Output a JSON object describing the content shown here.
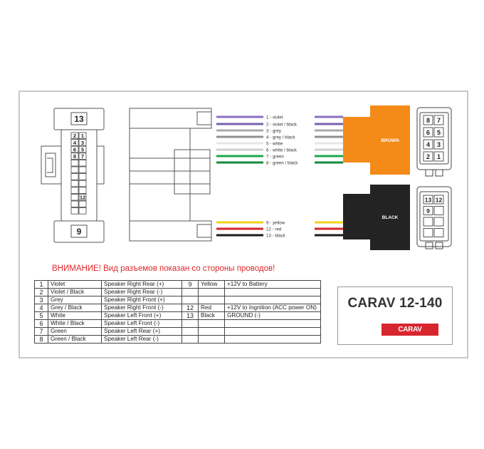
{
  "warning": "ВНИМАНИЕ! Вид разъемов показан со стороны проводов!",
  "model": "CARAV 12-140",
  "logo": "CARAV",
  "connector_left_labels": {
    "top": "13",
    "bottom": "9",
    "pins": [
      "2",
      "1",
      "4",
      "3",
      "6",
      "5",
      "8",
      "7",
      "12"
    ]
  },
  "wire_labels": [
    {
      "label": "1 - violet",
      "color": "#8b6fc0"
    },
    {
      "label": "2 - violet / black",
      "color": "#7a62ae"
    },
    {
      "label": "3 - grey",
      "color": "#a9a9a9"
    },
    {
      "label": "4 - grey / black",
      "color": "#8f8f8f"
    },
    {
      "label": "5 - white",
      "color": "#e6e6e6"
    },
    {
      "label": "6 - white / black",
      "color": "#cfcfcf"
    },
    {
      "label": "7 - green",
      "color": "#1ea84a"
    },
    {
      "label": "8 - green / black",
      "color": "#138a3a"
    },
    {
      "label": "9 - yellow",
      "color": "#f2d21a"
    },
    {
      "label": "12 - red",
      "color": "#d7262b"
    },
    {
      "label": "13 - black",
      "color": "#1b1b1b"
    }
  ],
  "blocks": {
    "brown": {
      "label": "BROWN",
      "color": "#f48a17"
    },
    "black": {
      "label": "BLACK",
      "color": "#232323"
    }
  },
  "right_connectors": {
    "upper": [
      "8",
      "7",
      "6",
      "5",
      "4",
      "3",
      "2",
      "1"
    ],
    "lower": [
      "13",
      "12",
      "9"
    ]
  },
  "pin_table": [
    {
      "n": "1",
      "color": "Violet",
      "func": "Speaker Right Rear (+)",
      "n2": "9",
      "color2": "Yellow",
      "func2": "+12V to Battery"
    },
    {
      "n": "2",
      "color": "Violet / Black",
      "func": "Speaker Right Rear (-)",
      "n2": "",
      "color2": "",
      "func2": ""
    },
    {
      "n": "3",
      "color": "Grey",
      "func": "Speaker Right Front (+)",
      "n2": "",
      "color2": "",
      "func2": ""
    },
    {
      "n": "4",
      "color": "Grey / Black",
      "func": "Speaker Right Front (-)",
      "n2": "12",
      "color2": "Red",
      "func2": "+12V to Ingnition (ACC power ON)"
    },
    {
      "n": "5",
      "color": "White",
      "func": "Speaker Left Front (+)",
      "n2": "13",
      "color2": "Black",
      "func2": "GROUND (-)"
    },
    {
      "n": "6",
      "color": "White / Black",
      "func": "Speaker Left Front (-)",
      "n2": "",
      "color2": "",
      "func2": ""
    },
    {
      "n": "7",
      "color": "Green",
      "func": "Speaker Left Rear (+)",
      "n2": "",
      "color2": "",
      "func2": ""
    },
    {
      "n": "8",
      "color": "Green / Black",
      "func": "Speaker Left Rear (-)",
      "n2": "",
      "color2": "",
      "func2": ""
    }
  ]
}
